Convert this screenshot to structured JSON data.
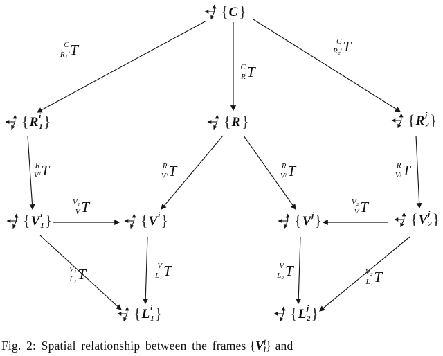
{
  "glyphs": {
    "brace_open": "{",
    "brace_close": "}"
  },
  "nodes": {
    "C": {
      "main": "C",
      "sup": "",
      "sub": ""
    },
    "R1": {
      "main": "R",
      "sup": "i",
      "sub": "1"
    },
    "R": {
      "main": "R",
      "sup": "",
      "sub": ""
    },
    "R2": {
      "main": "R",
      "sup": "j",
      "sub": "2"
    },
    "V1": {
      "main": "V",
      "sup": "i",
      "sub": "1"
    },
    "Vi": {
      "main": "V",
      "sup": "i",
      "sub": ""
    },
    "Vj": {
      "main": "V",
      "sup": "j",
      "sub": ""
    },
    "V2": {
      "main": "V",
      "sup": "j",
      "sub": "2"
    },
    "L1": {
      "main": "L",
      "sup": "i",
      "sub": "1"
    },
    "L2": {
      "main": "L",
      "sup": "j",
      "sub": "2"
    }
  },
  "labels": {
    "C_R1": {
      "top": "C",
      "bottom": "R₁ⁱ",
      "main": "T"
    },
    "C_R": {
      "top": "C",
      "bottom": "R",
      "main": "T"
    },
    "C_R2": {
      "top": "C",
      "bottom": "R₂ʲ",
      "main": "T"
    },
    "R1_V1": {
      "top": "R",
      "bottom": "Vⁱ",
      "main": "T"
    },
    "R_Vi": {
      "top": "R",
      "bottom": "Vⁱ",
      "main": "T"
    },
    "R_Vj": {
      "top": "R",
      "bottom": "Vʲ",
      "main": "T"
    },
    "R2_V2": {
      "top": "R",
      "bottom": "Vʲ",
      "main": "T"
    },
    "V1_Vi": {
      "top": "V₁",
      "bottom": "V",
      "main": "T"
    },
    "V2_Vj": {
      "top": "V₂",
      "bottom": "V",
      "main": "T"
    },
    "V1_L1": {
      "top": "V₁",
      "bottom": "L₁",
      "main": "T"
    },
    "Vi_L1": {
      "top": "V",
      "bottom": "L₁",
      "main": "T"
    },
    "Vj_L2": {
      "top": "V",
      "bottom": "L₂",
      "main": "T"
    },
    "V2_L2": {
      "top": "V₂",
      "bottom": "L₂",
      "main": "T"
    }
  },
  "caption": {
    "prefix": "Fig. 2: Spatial relationship between the frames",
    "frame_open": "{",
    "frame_main": "V",
    "frame_sup": "i",
    "frame_sub": "l",
    "frame_close": "}",
    "suffix": "and"
  }
}
